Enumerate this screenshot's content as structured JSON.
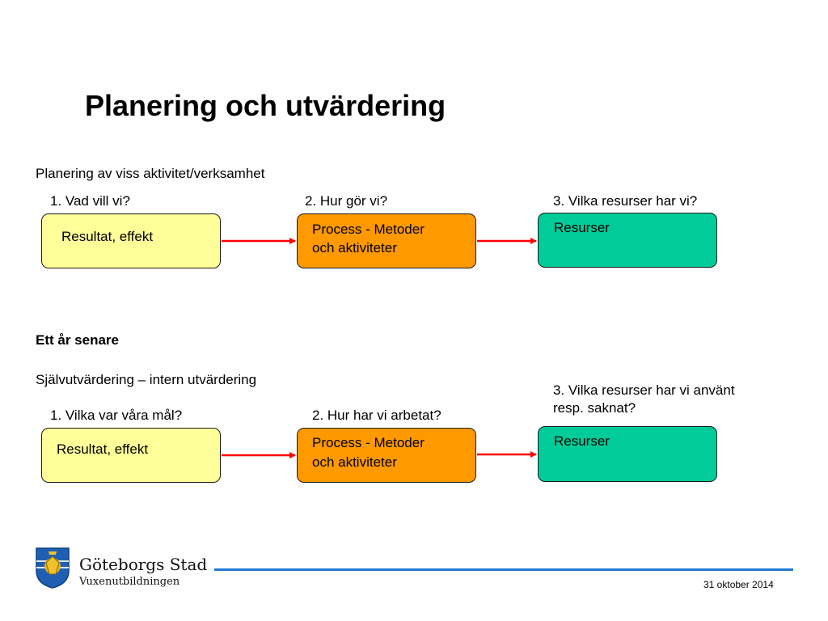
{
  "title": "Planering och utvärdering",
  "section1": {
    "heading": "Planering av viss aktivitet/verksamhet",
    "q1": "1. Vad vill vi?",
    "q2": "2. Hur gör vi?",
    "q3": "3. Vilka resurser har vi?",
    "box1": "Resultat, effekt",
    "box2_line1": "Process - Metoder",
    "box2_line2": "och aktiviteter",
    "box3": "Resurser"
  },
  "section2": {
    "bold_heading": "Ett år senare",
    "heading": "Självutvärdering – intern utvärdering",
    "q1": "1. Vilka var våra mål?",
    "q2": "2. Hur har vi arbetat?",
    "q3_line1": "3. Vilka resurser har vi använt",
    "q3_line2": "resp. saknat?",
    "box1": "Resultat, effekt",
    "box2_line1": "Process - Metoder",
    "box2_line2": "och aktiviteter",
    "box3": "Resurser"
  },
  "footer": {
    "brand": "Göteborgs Stad",
    "sub": "Vuxenutbildningen",
    "date": "31 oktober 2014"
  },
  "colors": {
    "box_yellow": "#ffff99",
    "box_orange": "#ff9900",
    "box_teal": "#00cc99",
    "arrow": "#ff0000",
    "footer_line": "#1f7ad1"
  }
}
